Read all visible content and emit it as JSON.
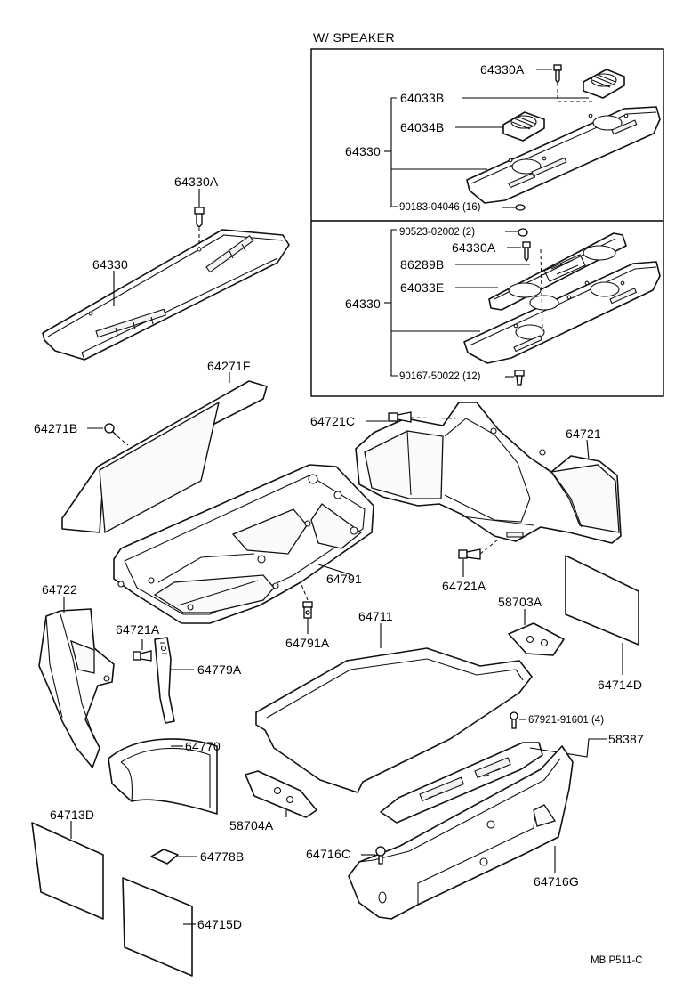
{
  "header": {
    "section_title": "W/ SPEAKER"
  },
  "footer": {
    "page_ref": "MB  P511-C"
  },
  "labels": {
    "l_64330A_box": "64330A",
    "l_64033B": "64033B",
    "l_64034B": "64034B",
    "l_64330_box_top": "64330",
    "l_90183": "90183-04046 (16)",
    "l_90523": "90523-02002 (2)",
    "l_64330A_box2": "64330A",
    "l_86289B": "86289B",
    "l_64330_box_bot": "64330",
    "l_64033E": "64033E",
    "l_90167": "90167-50022 (12)",
    "l_64330A": "64330A",
    "l_64330": "64330",
    "l_64271F": "64271F",
    "l_64271B": "64271B",
    "l_64721C": "64721C",
    "l_64721": "64721",
    "l_64791": "64791",
    "l_64721A_r": "64721A",
    "l_64722": "64722",
    "l_64721A_l": "64721A",
    "l_64791A": "64791A",
    "l_64711": "64711",
    "l_58703A": "58703A",
    "l_64779A": "64779A",
    "l_64714D": "64714D",
    "l_67921": "67921-91601 (4)",
    "l_58387": "58387",
    "l_64770": "64770",
    "l_64713D": "64713D",
    "l_58704A": "58704A",
    "l_64716C": "64716C",
    "l_64778B": "64778B",
    "l_64716G": "64716G",
    "l_64715D": "64715D"
  }
}
